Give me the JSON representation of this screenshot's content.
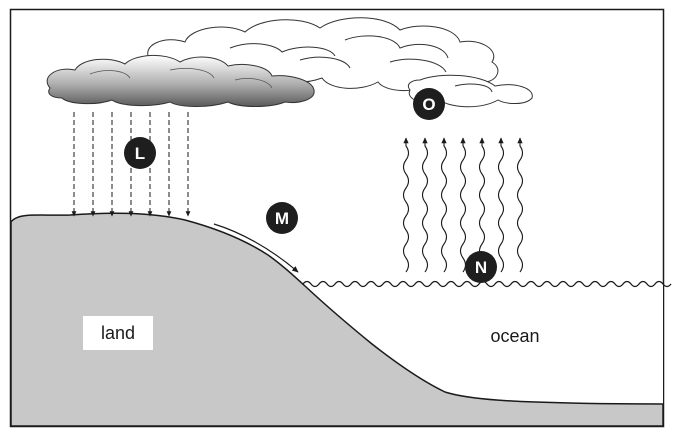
{
  "labels": {
    "land": "land",
    "ocean": "ocean",
    "L": "L",
    "M": "M",
    "N": "N",
    "O": "O"
  },
  "colors": {
    "land": "#c8c8c8",
    "outline": "#1a1a1a",
    "marker": "#1e1e1e",
    "marker_text": "#ffffff",
    "dark_cloud": "#6e6e6e"
  }
}
